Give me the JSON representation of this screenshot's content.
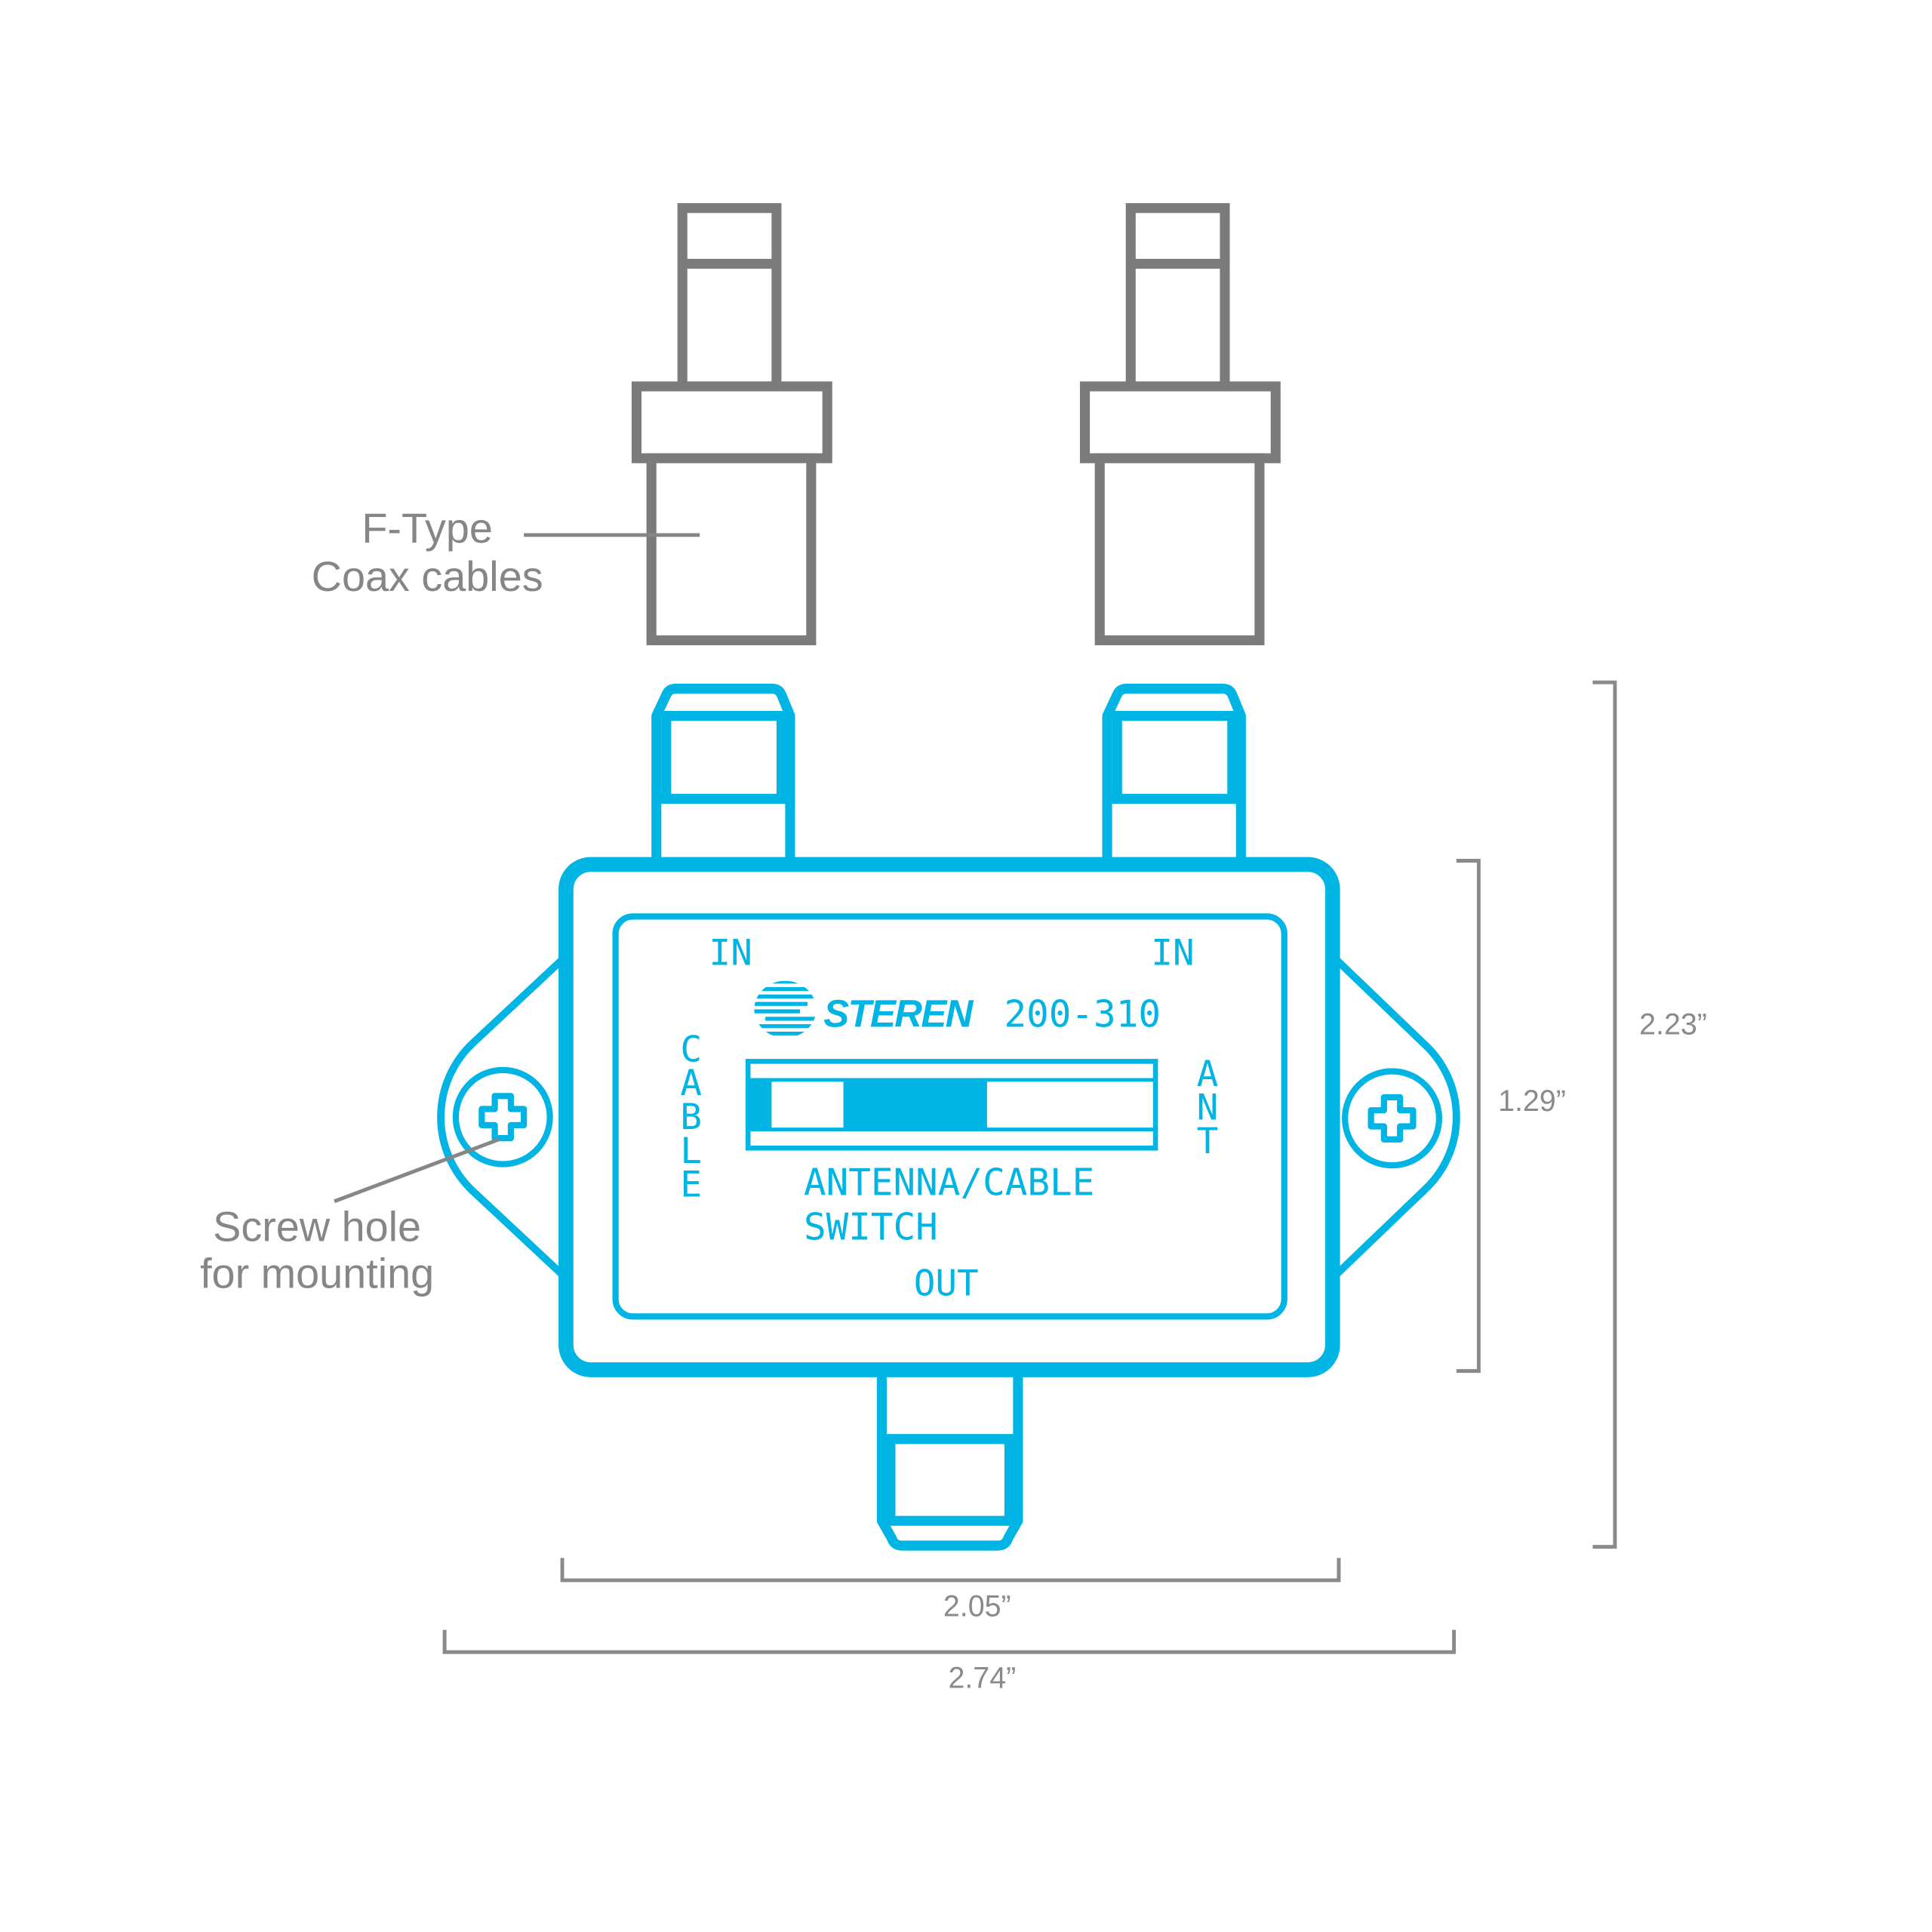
{
  "colors": {
    "device": "#00b4e4",
    "connector": "#7b7b7b",
    "label": "#868686",
    "dimension": "#8a8a8a"
  },
  "callouts": {
    "f_type_line1": "F-Type",
    "f_type_line2": "Coax cables",
    "screw_line1": "Screw hole",
    "screw_line2": "for mounting"
  },
  "device": {
    "brand": "STEREN",
    "model": "200-310",
    "in_left": "IN",
    "in_right": "IN",
    "cable": "CABLE",
    "ant": "ANT",
    "title_line1": "ANTENNA/CABLE",
    "title_line2": "SWITCH",
    "out": "OUT"
  },
  "dimensions": {
    "body_height": "1.29”",
    "total_height": "2.23”",
    "body_width": "2.05”",
    "total_width": "2.74”"
  },
  "icons": {
    "logo": "steren-logo-icon",
    "screw": "plus-screw-icon"
  }
}
